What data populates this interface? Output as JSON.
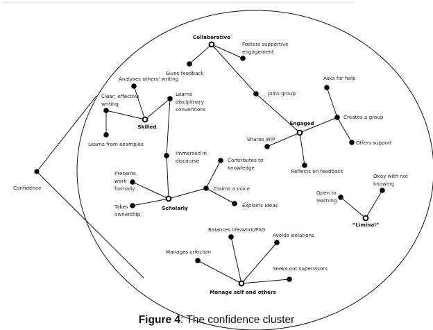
{
  "figure": {
    "caption_label": "Figure 4",
    "caption_text": ": The confidence cluster"
  },
  "root": {
    "id": "confidence",
    "label": "Confidence"
  },
  "clusters": [
    {
      "id": "collaborative",
      "label": "Collaborative",
      "children": [
        {
          "id": "gives-feedback",
          "label": [
            "Gives feedback"
          ]
        },
        {
          "id": "fosters-supportive-engagement",
          "label": [
            "Fosters supportive",
            "engagement"
          ]
        },
        {
          "id": "joins-group",
          "label": [
            "Joins group"
          ]
        }
      ]
    },
    {
      "id": "engaged",
      "label": "Engaged",
      "children": [
        {
          "id": "shares-wip",
          "label": [
            "Shares WIP"
          ]
        },
        {
          "id": "reflects-on-feedback",
          "label": [
            "Reflects on feedback"
          ]
        },
        {
          "id": "creates-a-group",
          "label": [
            "Creates a group"
          ]
        },
        {
          "id": "asks-for-help",
          "label": [
            "Asks for help"
          ]
        },
        {
          "id": "offers-support",
          "label": [
            "Offers support"
          ]
        }
      ]
    },
    {
      "id": "skilled",
      "label": "Skilled",
      "children": [
        {
          "id": "analyses-others-writing",
          "label": [
            "Analyses others' writing"
          ]
        },
        {
          "id": "clear-effective-writing",
          "label": [
            "Clear, effective",
            "writing"
          ]
        },
        {
          "id": "learns-from-examples",
          "label": [
            "Learns from examples"
          ]
        },
        {
          "id": "learns-disciplinary-conventions",
          "label": [
            "Learns",
            "disciplinary",
            "conventions"
          ]
        }
      ]
    },
    {
      "id": "scholarly",
      "label": "Scholarly",
      "children": [
        {
          "id": "immersed-in-discourse",
          "label": [
            "Immersed in",
            "discourse"
          ]
        },
        {
          "id": "presents-work-formally",
          "label": [
            "Presents",
            "work",
            "formally"
          ]
        },
        {
          "id": "takes-ownership",
          "label": [
            "Takes",
            "ownership"
          ]
        },
        {
          "id": "claims-a-voice",
          "label": [
            "Claims a voice"
          ]
        },
        {
          "id": "contributes-to-knowledge",
          "label": [
            "Contributes to",
            "knowledge"
          ]
        },
        {
          "id": "explains-ideas",
          "label": [
            "Explains ideas"
          ]
        }
      ]
    },
    {
      "id": "liminal",
      "label": "“Liminal”",
      "children": [
        {
          "id": "open-to-learning",
          "label": [
            "Open to",
            "learning"
          ]
        },
        {
          "id": "okay-with-not-knowing",
          "label": [
            "Okay with not",
            "knowing"
          ]
        }
      ]
    },
    {
      "id": "manage-self-and-others",
      "label": "Manage self and others",
      "children": [
        {
          "id": "manages-criticism",
          "label": [
            "Manages criticism"
          ]
        },
        {
          "id": "balances-life-work-phd",
          "label": [
            "Balances life/work/PhD"
          ]
        },
        {
          "id": "avoids-isolations",
          "label": [
            "Avoids isolations"
          ]
        },
        {
          "id": "seeks-out-supervisors",
          "label": [
            "Seeks out supervisors"
          ]
        }
      ]
    }
  ],
  "edges": [
    [
      "collaborative",
      "gives-feedback"
    ],
    [
      "collaborative",
      "fosters-supportive-engagement"
    ],
    [
      "collaborative",
      "joins-group"
    ],
    [
      "joins-group",
      "engaged"
    ],
    [
      "engaged",
      "shares-wip"
    ],
    [
      "engaged",
      "reflects-on-feedback"
    ],
    [
      "engaged",
      "creates-a-group"
    ],
    [
      "creates-a-group",
      "asks-for-help"
    ],
    [
      "creates-a-group",
      "offers-support"
    ],
    [
      "skilled",
      "analyses-others-writing"
    ],
    [
      "skilled",
      "clear-effective-writing"
    ],
    [
      "clear-effective-writing",
      "learns-from-examples"
    ],
    [
      "skilled",
      "learns-disciplinary-conventions"
    ],
    [
      "learns-disciplinary-conventions",
      "immersed-in-discourse"
    ],
    [
      "immersed-in-discourse",
      "scholarly"
    ],
    [
      "scholarly",
      "presents-work-formally"
    ],
    [
      "scholarly",
      "takes-ownership"
    ],
    [
      "scholarly",
      "claims-a-voice"
    ],
    [
      "claims-a-voice",
      "contributes-to-knowledge"
    ],
    [
      "claims-a-voice",
      "explains-ideas"
    ],
    [
      "liminal",
      "open-to-learning"
    ],
    [
      "liminal",
      "okay-with-not-knowing"
    ],
    [
      "manage-self-and-others",
      "manages-criticism"
    ],
    [
      "manage-self-and-others",
      "balances-life-work-phd"
    ],
    [
      "manage-self-and-others",
      "avoids-isolations"
    ],
    [
      "manage-self-and-others",
      "seeks-out-supervisors"
    ]
  ]
}
